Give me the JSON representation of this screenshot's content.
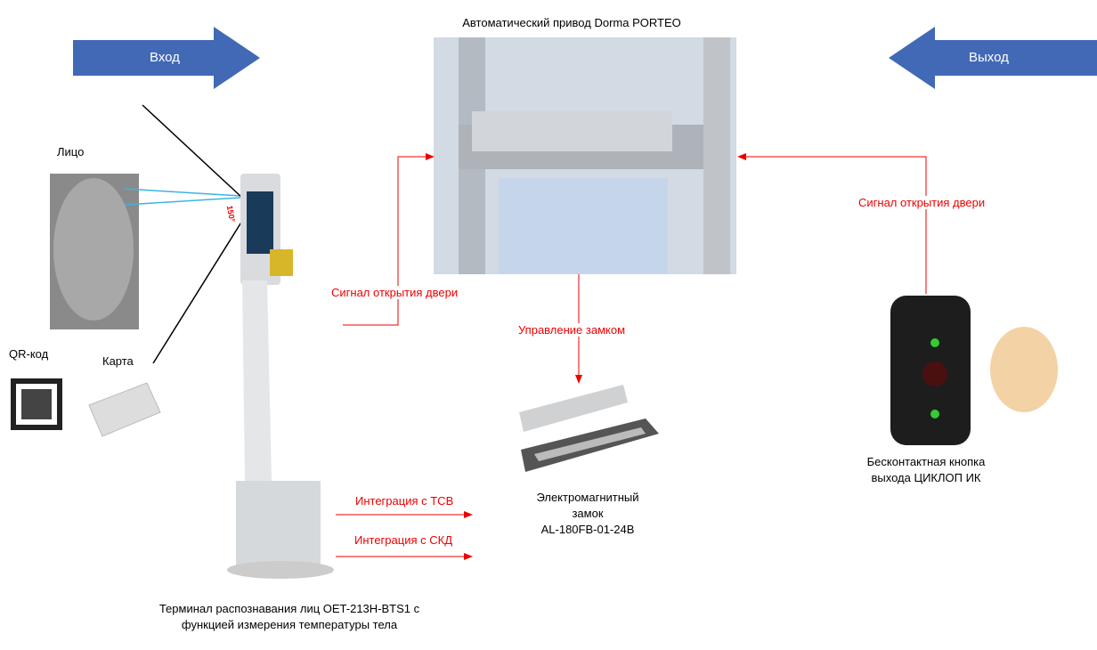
{
  "title": "Автоматический привод Dorma PORTEO",
  "entry": "Вход",
  "exit": "Выход",
  "face": "Лицо",
  "qr": "QR-код",
  "card": "Карта",
  "angle": "150°",
  "signal_left": "Сигнал открытия двери",
  "signal_right": "Сигнал открытия двери",
  "lock_control": "Управление замком",
  "int_tsv": "Интеграция с ТСВ",
  "int_skd": "Интеграция с СКД",
  "lock": [
    "Электромагнитный",
    "замок",
    "AL-180FB-01-24B"
  ],
  "terminal": [
    "Терминал распознавания лиц OET-213H-BTS1 с",
    "функцией измерения температуры тела"
  ],
  "button": [
    "Бесконтактная кнопка",
    "выхода ЦИКЛОП ИК"
  ],
  "colors": {
    "arrow": "#3f68b4",
    "signal": "#e00000"
  }
}
